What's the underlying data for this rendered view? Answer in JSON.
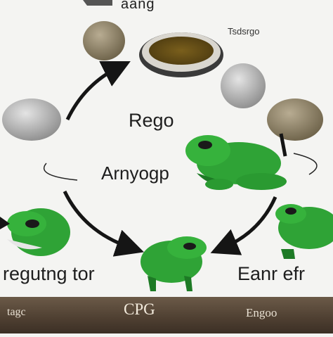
{
  "labels": {
    "top": "aang",
    "top_right": "Tsdsrgo",
    "center_primary": "Rego",
    "center_secondary": "Arnyogp",
    "bottom_left": "regutng tor",
    "bottom_right": "Eanr efr"
  },
  "footer": {
    "left": "tagc",
    "center": "CPG",
    "right": "Engoo"
  },
  "colors": {
    "frog_green": "#2fa336",
    "frog_dark": "#1d7a25",
    "egg_gray": "#a9a9a9",
    "egg_tan": "#8a7d64",
    "pond_brown": "#6b5318",
    "arrow": "#151515",
    "footer_bg": "#4e3f31"
  }
}
